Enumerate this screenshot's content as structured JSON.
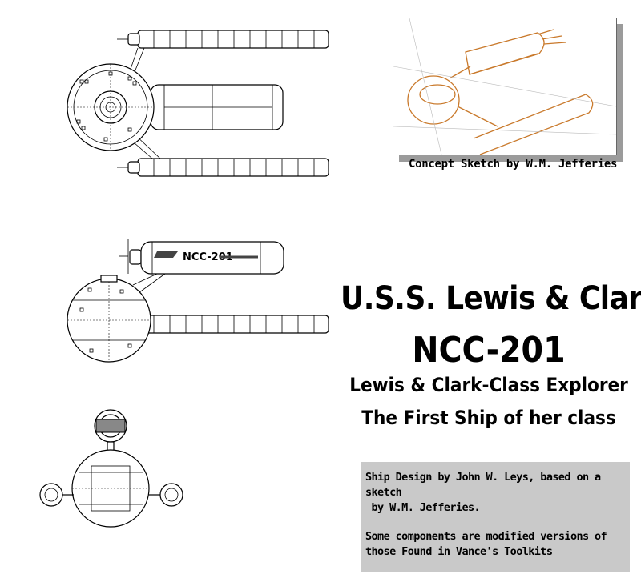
{
  "sketch": {
    "caption": "Concept Sketch by W.M. Jefferies"
  },
  "ship": {
    "registry_label": "NCC-201",
    "name_line": "U.S.S. Lewis & Clark",
    "registry_line": "NCC-201",
    "class_line": "Lewis & Clark-Class Explorer",
    "note_line": "The First Ship of her class"
  },
  "credits": {
    "line1": "Ship Design by John W. Leys, based on a sketch",
    "line2": " by W.M. Jefferies.",
    "line3": "Some components are modified versions of",
    "line4": "those Found in Vance's Toolkits"
  },
  "colors": {
    "sketch_orange": "#c9792b",
    "credits_bg": "#c9c9c9",
    "shadow": "#9b9b9b"
  }
}
